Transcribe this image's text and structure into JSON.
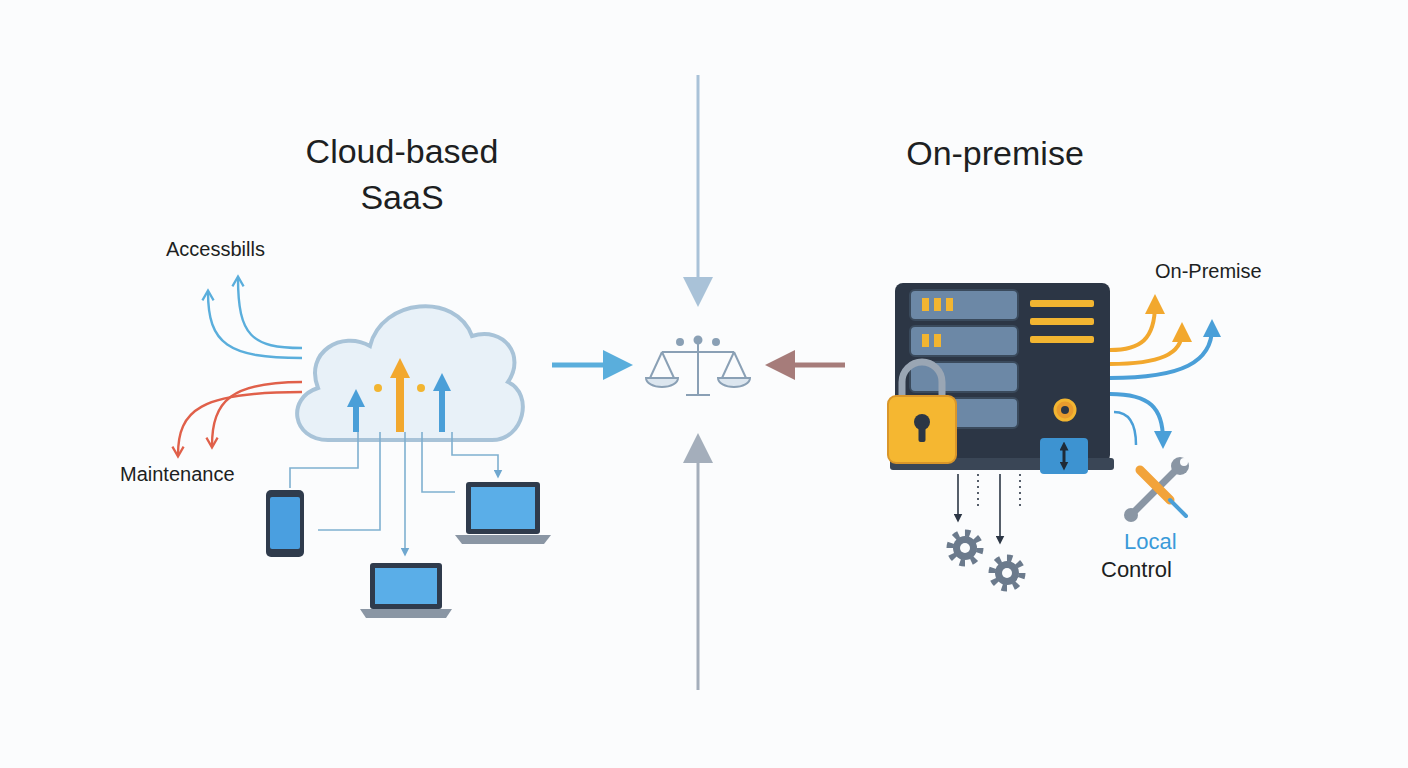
{
  "diagram": {
    "labels": [
      "Cloud-based SaaS",
      "Accessbills",
      "Maintenance",
      "On-premise",
      "On-Premise",
      "Local",
      "Control"
    ]
  }
}
